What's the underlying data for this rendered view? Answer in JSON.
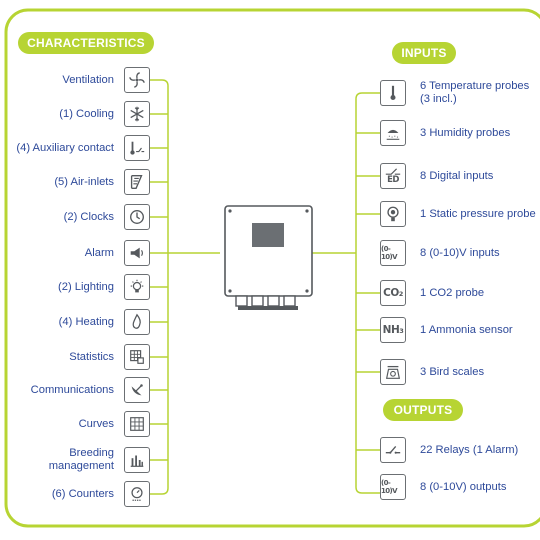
{
  "colors": {
    "accent_green": "#b7d433",
    "text_blue": "#2e4a9a",
    "icon_gray": "#6b6f73"
  },
  "headers": {
    "characteristics": "CHARACTERISTICS",
    "inputs": "INPUTS",
    "outputs": "OUTPUTS"
  },
  "characteristics": [
    {
      "label": "Ventilation",
      "icon": "fan-icon"
    },
    {
      "label": "(1) Cooling",
      "icon": "snowflake-icon"
    },
    {
      "label": "(4) Auxiliary contact",
      "icon": "thermometer-auxiliary-icon"
    },
    {
      "label": "(5) Air-inlets",
      "icon": "air-inlet-icon"
    },
    {
      "label": "(2) Clocks",
      "icon": "clock-icon"
    },
    {
      "label": "Alarm",
      "icon": "megaphone-icon"
    },
    {
      "label": "(2) Lighting",
      "icon": "lightbulb-icon"
    },
    {
      "label": "(4) Heating",
      "icon": "flame-icon"
    },
    {
      "label": "Statistics",
      "icon": "statistics-icon"
    },
    {
      "label": "Communications",
      "icon": "satellite-dish-icon"
    },
    {
      "label": "Curves",
      "icon": "curves-grid-icon"
    },
    {
      "label": "Breeding management",
      "icon": "bar-chart-icon"
    },
    {
      "label": "(6) Counters",
      "icon": "counter-gauge-icon"
    }
  ],
  "inputs": [
    {
      "label": "6 Temperature probes (3 incl.)",
      "icon": "thermometer-icon"
    },
    {
      "label": "3 Humidity probes",
      "icon": "humidity-icon"
    },
    {
      "label": "8 Digital inputs",
      "icon": "digital-input-icon",
      "icon_text": "ED"
    },
    {
      "label": "1 Static pressure probe",
      "icon": "pressure-gauge-icon"
    },
    {
      "label": "8 (0-10)V inputs",
      "icon": "voltage-input-icon",
      "icon_text": "(0-10)V"
    },
    {
      "label": "1 CO2 probe",
      "icon": "co2-icon",
      "icon_text": "CO₂"
    },
    {
      "label": "1 Ammonia sensor",
      "icon": "nh3-icon",
      "icon_text": "NH₃"
    },
    {
      "label": "3 Bird scales",
      "icon": "scale-icon"
    }
  ],
  "outputs": [
    {
      "label": "22 Relays (1 Alarm)",
      "icon": "relay-switch-icon"
    },
    {
      "label": "8 (0-10V) outputs",
      "icon": "voltage-output-icon",
      "icon_text": "(0-10)V"
    }
  ]
}
